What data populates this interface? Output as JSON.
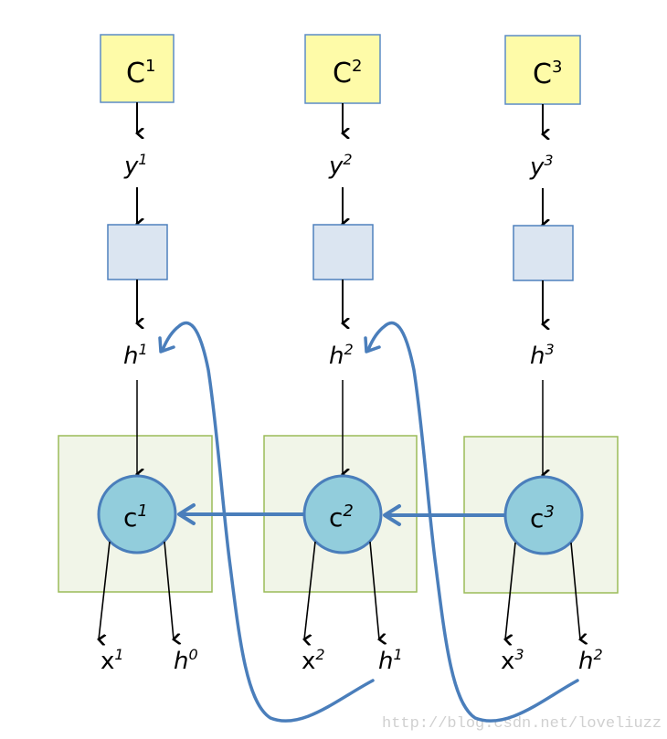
{
  "colors": {
    "output_box_fill": "#fefba8",
    "output_box_stroke": "#5b8cc6",
    "proj_box_fill": "#dbe5f1",
    "proj_box_stroke": "#4f81bd",
    "cell_box_fill": "#f1f5e8",
    "cell_box_stroke": "#9bbb59",
    "circle_fill": "#92cddc",
    "circle_stroke": "#4a7ebb",
    "feedback_arrow": "#4a7ebb",
    "text": "#000000"
  },
  "columns": [
    {
      "output": {
        "base": "C",
        "sup": "1"
      },
      "y": {
        "base": "y",
        "sup": "1"
      },
      "h": {
        "base": "h",
        "sup": "1"
      },
      "cell": {
        "base": "c",
        "sup": "1"
      },
      "in_x": {
        "base": "x",
        "sup": "1"
      },
      "in_h": {
        "base": "h",
        "sup": "0"
      }
    },
    {
      "output": {
        "base": "C",
        "sup": "2"
      },
      "y": {
        "base": "y",
        "sup": "2"
      },
      "h": {
        "base": "h",
        "sup": "2"
      },
      "cell": {
        "base": "c",
        "sup": "2"
      },
      "in_x": {
        "base": "x",
        "sup": "2"
      },
      "in_h": {
        "base": "h",
        "sup": "1"
      }
    },
    {
      "output": {
        "base": "C",
        "sup": "3"
      },
      "y": {
        "base": "y",
        "sup": "3"
      },
      "h": {
        "base": "h",
        "sup": "3"
      },
      "cell": {
        "base": "c",
        "sup": "3"
      },
      "in_x": {
        "base": "x",
        "sup": "3"
      },
      "in_h": {
        "base": "h",
        "sup": "2"
      }
    }
  ],
  "watermark": "http://blog.csdn.net/loveliuzz"
}
